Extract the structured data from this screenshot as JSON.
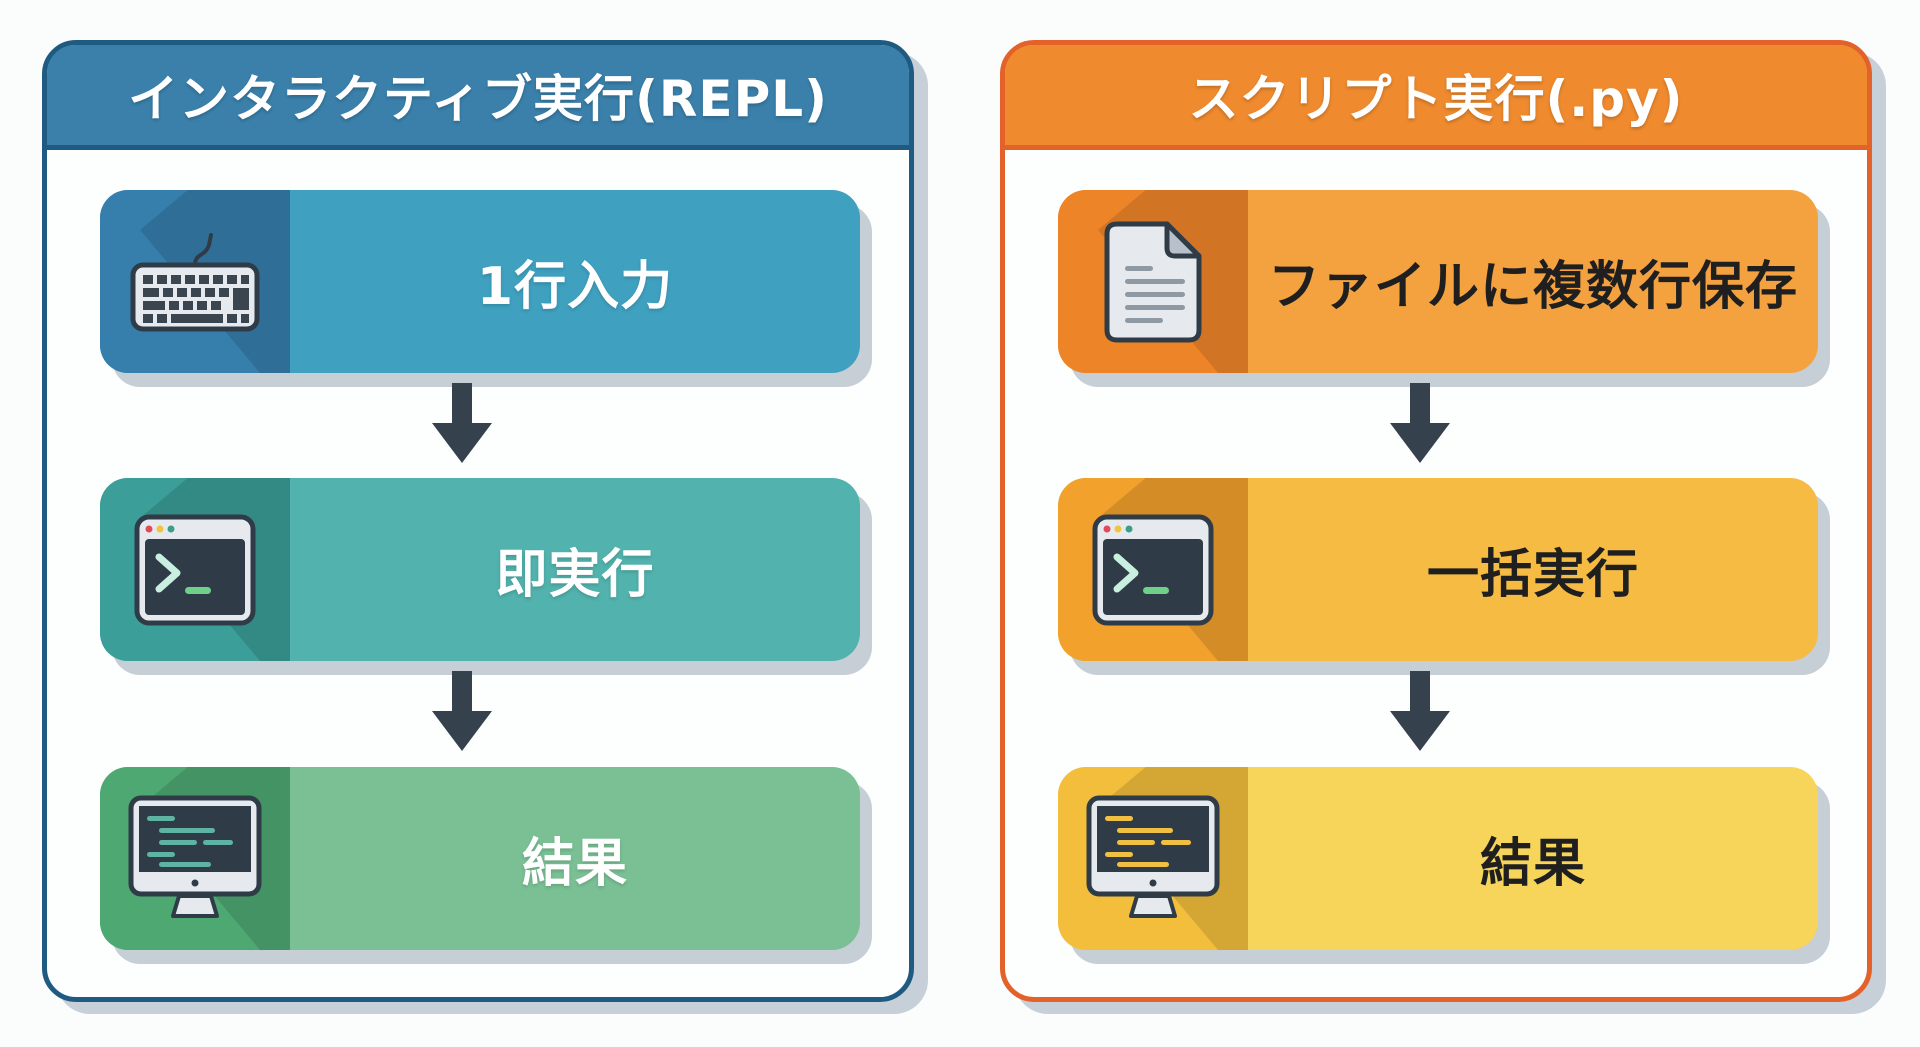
{
  "panels": {
    "left": {
      "title": "インタラクティブ実行(REPL)",
      "colors": {
        "border": "#1f5a80",
        "header": "#3a80ab"
      },
      "steps": [
        {
          "label": "1行入力",
          "icon": "keyboard-icon",
          "color": "#3fa0c0",
          "icon_bg": "#367fac"
        },
        {
          "label": "即実行",
          "icon": "terminal-icon",
          "color": "#52b2ad",
          "icon_bg": "#3b9e98"
        },
        {
          "label": "結果",
          "icon": "monitor-code-icon",
          "color": "#7ac094",
          "icon_bg": "#4ea872"
        }
      ]
    },
    "right": {
      "title": "スクリプト実行(.py)",
      "colors": {
        "border": "#e2622a",
        "header": "#ef8a2e"
      },
      "steps": [
        {
          "label": "ファイルに複数行保存",
          "icon": "document-icon",
          "color": "#f4a240",
          "icon_bg": "#ee8428"
        },
        {
          "label": "一括実行",
          "icon": "terminal-icon",
          "color": "#f5bb42",
          "icon_bg": "#f2a12c"
        },
        {
          "label": "結果",
          "icon": "monitor-code-icon",
          "color": "#f7d45a",
          "icon_bg": "#f2be3c"
        }
      ]
    }
  },
  "flow_arrow_icon": "arrow-down-icon",
  "icon_colors": {
    "frame": "#2f3c48",
    "panel": "#e6eaee",
    "terminal_prompt": "#c9efe0",
    "terminal_cursor": "#6fd08a",
    "code_lines_left": "#5fb3a3",
    "code_lines_right": "#f1c043"
  }
}
